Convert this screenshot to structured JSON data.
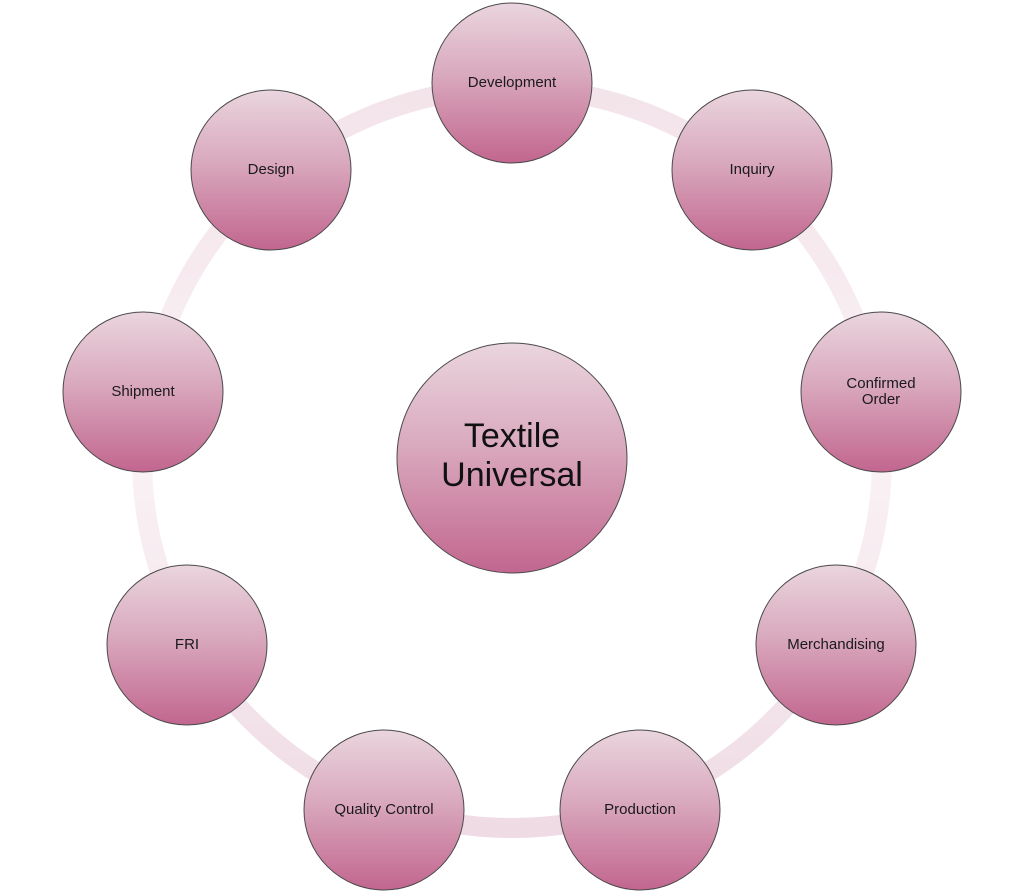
{
  "diagram": {
    "center": {
      "label": "Textile\nUniversal"
    },
    "nodes": [
      {
        "id": "development",
        "label": "Development"
      },
      {
        "id": "inquiry",
        "label": "Inquiry"
      },
      {
        "id": "confirmed-order",
        "label": "Confirmed\nOrder"
      },
      {
        "id": "merchandising",
        "label": "Merchandising"
      },
      {
        "id": "production",
        "label": "Production"
      },
      {
        "id": "quality-control",
        "label": "Quality Control"
      },
      {
        "id": "fri",
        "label": "FRI"
      },
      {
        "id": "shipment",
        "label": "Shipment"
      },
      {
        "id": "design",
        "label": "Design"
      }
    ]
  },
  "colors": {
    "bubble_top": "#ead5de",
    "bubble_bottom": "#c2668f",
    "bubble_stroke": "#4a4a4a",
    "ring_dark": "#f0dfe6",
    "ring_light": "#fbf4f7"
  }
}
